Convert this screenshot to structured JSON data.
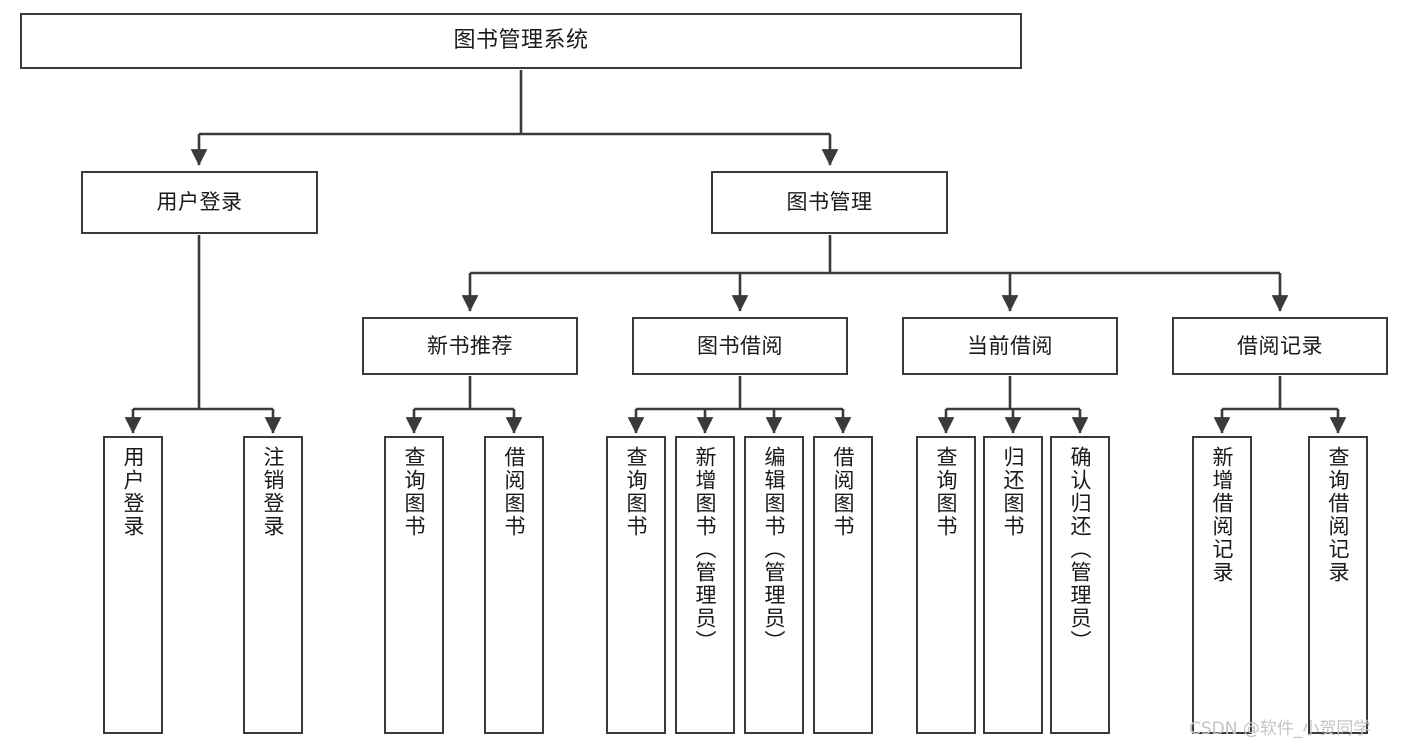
{
  "diagram": {
    "title": "图书管理系统",
    "type": "tree",
    "watermark": "CSDN @软件_小贺同学",
    "colors": {
      "node_border": "#3a3a3a",
      "node_fill": "#ffffff",
      "edge": "#3a3a3a",
      "text": "#1a1a1a",
      "watermark": "#c4c4c4",
      "background": "#ffffff"
    },
    "nodes": {
      "root": {
        "label": "图书管理系统"
      },
      "level2": [
        {
          "id": "user-login",
          "label": "用户登录"
        },
        {
          "id": "book-manage",
          "label": "图书管理"
        }
      ],
      "level3": [
        {
          "id": "new-book-recommend",
          "label": "新书推荐"
        },
        {
          "id": "book-borrow",
          "label": "图书借阅"
        },
        {
          "id": "current-borrow",
          "label": "当前借阅"
        },
        {
          "id": "borrow-record",
          "label": "借阅记录"
        }
      ],
      "leaves": {
        "user-login": [
          {
            "id": "leaf-user-login",
            "label": "用户登录"
          },
          {
            "id": "leaf-user-logout",
            "label": "注销登录"
          }
        ],
        "new-book-recommend": [
          {
            "id": "leaf-query-book-1",
            "label": "查询图书"
          },
          {
            "id": "leaf-borrow-book-1",
            "label": "借阅图书"
          }
        ],
        "book-borrow": [
          {
            "id": "leaf-query-book-2",
            "label": "查询图书"
          },
          {
            "id": "leaf-add-book",
            "label": "新增图书（管理员）"
          },
          {
            "id": "leaf-edit-book",
            "label": "编辑图书（管理员）"
          },
          {
            "id": "leaf-borrow-book-2",
            "label": "借阅图书"
          }
        ],
        "current-borrow": [
          {
            "id": "leaf-query-book-3",
            "label": "查询图书"
          },
          {
            "id": "leaf-return-book",
            "label": "归还图书"
          },
          {
            "id": "leaf-confirm-return",
            "label": "确认归还（管理员）"
          }
        ],
        "borrow-record": [
          {
            "id": "leaf-add-record",
            "label": "新增借阅记录"
          },
          {
            "id": "leaf-query-record",
            "label": "查询借阅记录"
          }
        ]
      }
    }
  }
}
